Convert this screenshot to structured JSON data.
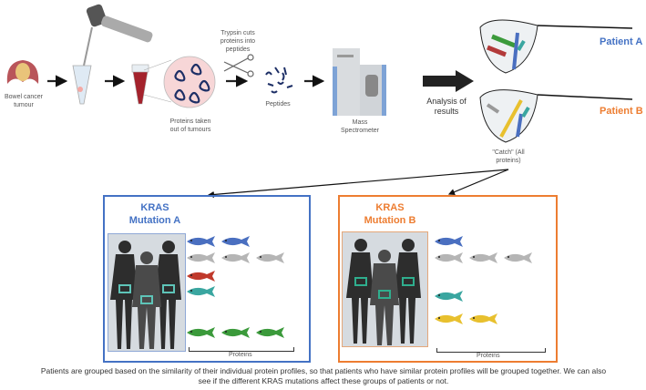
{
  "workflow": {
    "tumour_label": "Bowel cancer tumour",
    "proteins_label": "Proteins taken out of tumours",
    "trypsin_label": "Trypsin cuts proteins into peptides",
    "peptides_label": "Peptides",
    "mass_spec_label": "Mass Spectrometer",
    "analysis_label": "Analysis of results",
    "catch_label": "\"Catch\" (All proteins)"
  },
  "patients": [
    {
      "label": "Patient A",
      "color": "#4472c4"
    },
    {
      "label": "Patient B",
      "color": "#ed7d31"
    }
  ],
  "groups": [
    {
      "title_line1": "KRAS",
      "title_line2": "Mutation  A",
      "color": "#4472c4",
      "proteins_label": "Proteins",
      "fish_rows": [
        {
          "color": "#4a6fc0",
          "count": 2
        },
        {
          "color": "#b5b5b5",
          "count": 3
        },
        {
          "color": "#c0392b",
          "count": 1
        },
        {
          "color": "#3aa6a0",
          "count": 1
        },
        {
          "color": "#3b9a3b",
          "count": 3
        }
      ]
    },
    {
      "title_line1": "KRAS",
      "title_line2": "Mutation  B",
      "color": "#ed7d31",
      "proteins_label": "Proteins",
      "fish_rows": [
        {
          "color": "#4a6fc0",
          "count": 1
        },
        {
          "color": "#b5b5b5",
          "count": 3
        },
        {
          "color": "#3aa6a0",
          "count": 1
        },
        {
          "color": "#e8c02e",
          "count": 2
        }
      ]
    }
  ],
  "caption": "Patients are grouped based on the similarity of their individual protein profiles, so that patients who have similar protein profiles will be grouped together.  We can also see if the different KRAS mutations affect these groups of patients or not."
}
